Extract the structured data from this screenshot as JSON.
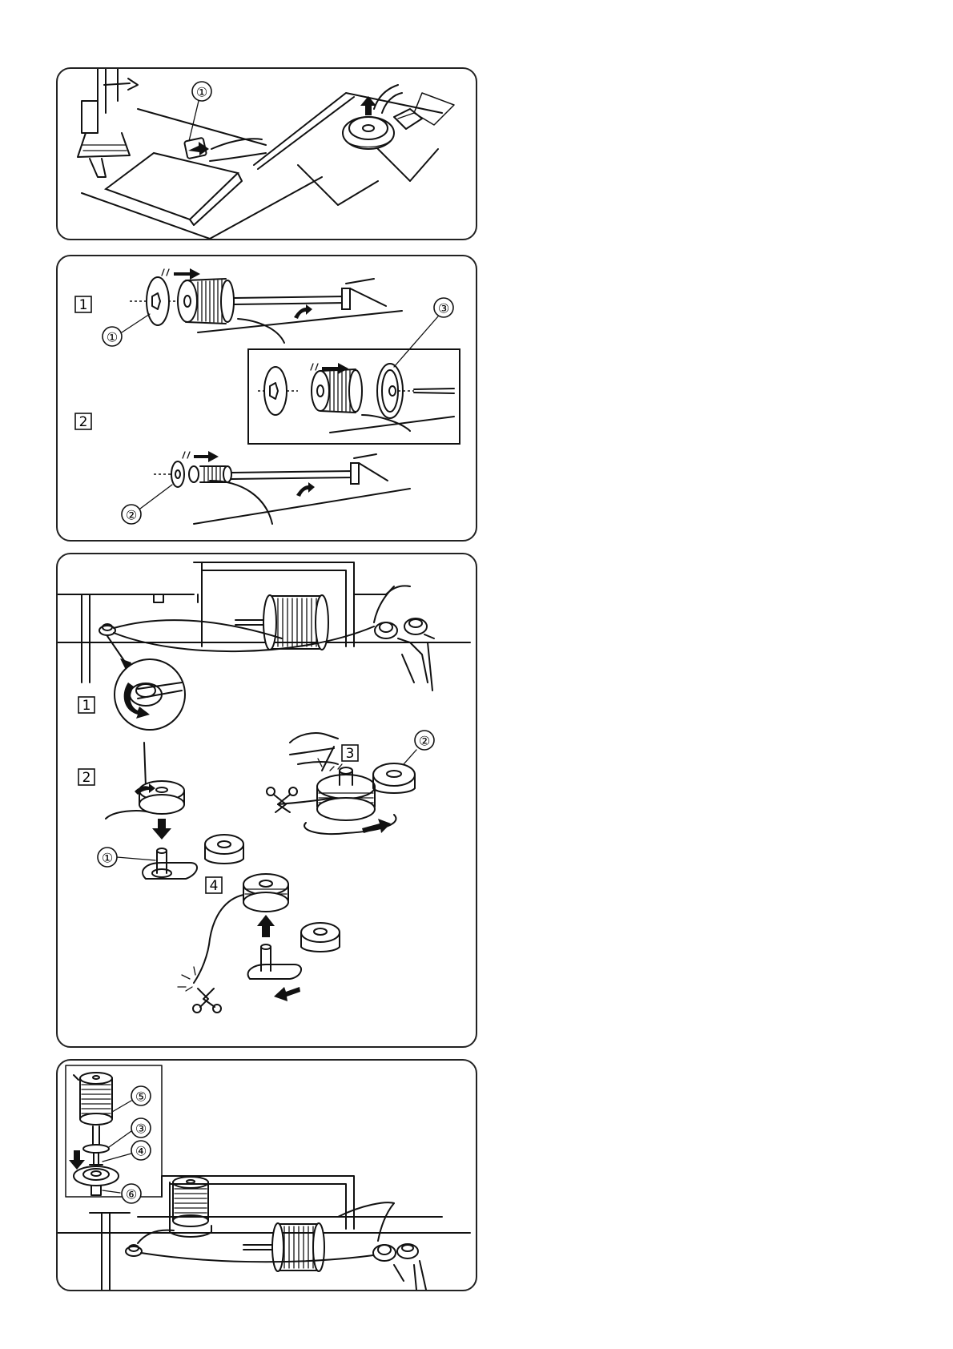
{
  "callouts": {
    "one": "①",
    "two": "②",
    "three": "③",
    "four": "④",
    "five": "⑤",
    "six": "⑥"
  },
  "steps": {
    "one": "1",
    "two": "2",
    "three": "3",
    "four": "4"
  }
}
